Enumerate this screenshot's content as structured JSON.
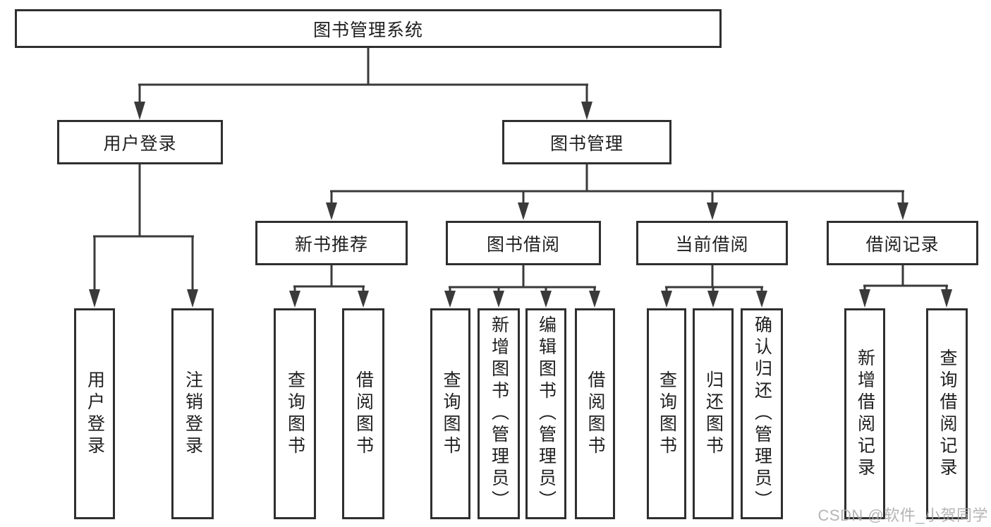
{
  "watermark": "CSDN @软件_小贺同学",
  "colors": {
    "line": "#3a3a3a",
    "box_border": "#2f2f2f",
    "text": "#1f1f1f",
    "watermark": "#a8a8a8",
    "background": "#ffffff"
  },
  "tree": {
    "root": {
      "label": "图书管理系统",
      "children": [
        {
          "label": "用户登录",
          "children": [
            {
              "label": "用户登录"
            },
            {
              "label": "注销登录"
            }
          ]
        },
        {
          "label": "图书管理",
          "children": [
            {
              "label": "新书推荐",
              "children": [
                {
                  "label": "查询图书"
                },
                {
                  "label": "借阅图书"
                }
              ]
            },
            {
              "label": "图书借阅",
              "children": [
                {
                  "label": "查询图书"
                },
                {
                  "label": "新增图书（管理员）"
                },
                {
                  "label": "编辑图书（管理员）"
                },
                {
                  "label": "借阅图书"
                }
              ]
            },
            {
              "label": "当前借阅",
              "children": [
                {
                  "label": "查询图书"
                },
                {
                  "label": "归还图书"
                },
                {
                  "label": "确认归还（管理员）"
                }
              ]
            },
            {
              "label": "借阅记录",
              "children": [
                {
                  "label": "新增借阅记录"
                },
                {
                  "label": "查询借阅记录"
                }
              ]
            }
          ]
        }
      ]
    }
  }
}
